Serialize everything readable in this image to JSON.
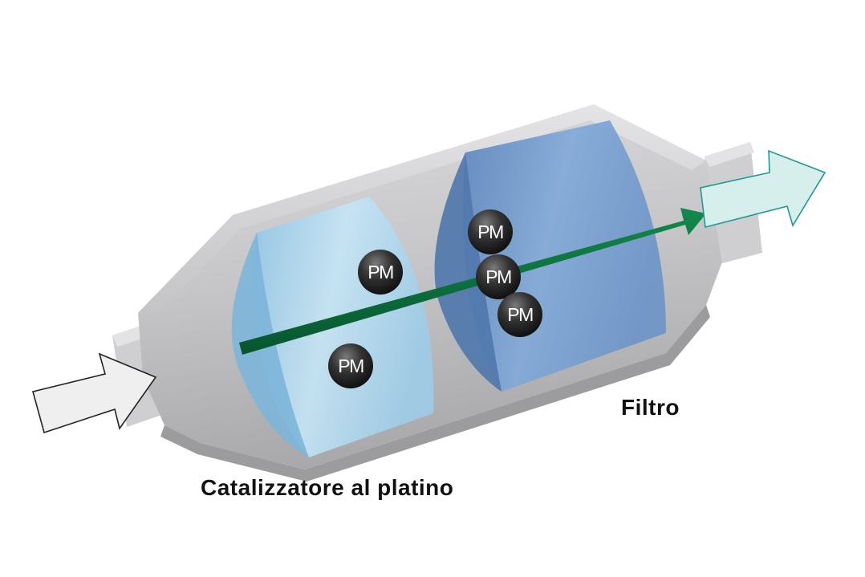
{
  "labels": {
    "filter": "Filtro",
    "catalyst": "Catalizzatore al platino"
  },
  "particles": [
    {
      "text": "PM"
    },
    {
      "text": "PM"
    },
    {
      "text": "PM"
    },
    {
      "text": "PM"
    },
    {
      "text": "PM"
    }
  ],
  "colors": {
    "housing": "#c9c9cb",
    "catalyst": "#a9d4ee",
    "filter": "#6f9acd",
    "flow_arrow": "#0d6b3c",
    "inlet_arrow": "#eeeeee",
    "outlet_arrow": "#d6efec",
    "particle": "#2a2a2a"
  }
}
